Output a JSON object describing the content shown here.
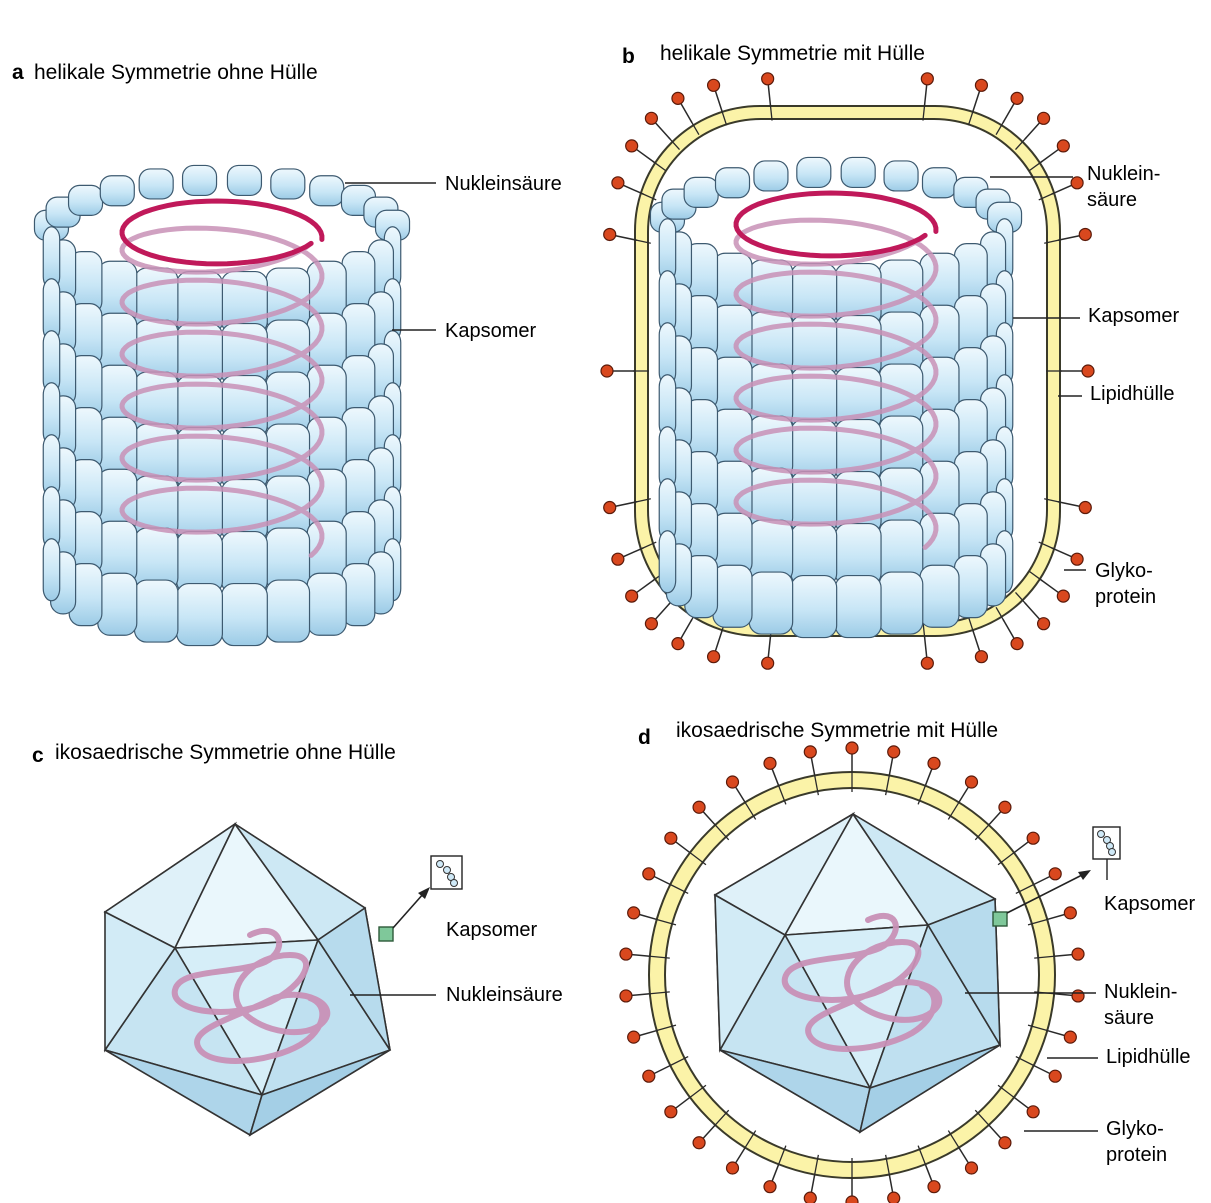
{
  "panels": {
    "a": {
      "letter": "a",
      "title": "helikale Symmetrie ohne Hülle",
      "labels": {
        "nucleic": "Nukleinsäure",
        "capsomer": "Kapsomer"
      }
    },
    "b": {
      "letter": "b",
      "title": "helikale Symmetrie mit Hülle",
      "labels": {
        "nucleic_1": "Nuklein-",
        "nucleic_2": "säure",
        "capsomer": "Kapsomer",
        "lipid": "Lipidhülle",
        "glyco_1": "Glyko-",
        "glyco_2": "protein"
      }
    },
    "c": {
      "letter": "c",
      "title": "ikosaedrische Symmetrie ohne Hülle",
      "labels": {
        "capsomer": "Kapsomer",
        "nucleic": "Nukleinsäure"
      }
    },
    "d": {
      "letter": "d",
      "title": "ikosaedrische Symmetrie mit Hülle",
      "labels": {
        "capsomer": "Kapsomer",
        "nucleic_1": "Nuklein-",
        "nucleic_2": "säure",
        "lipid": "Lipidhülle",
        "glyco_1": "Glyko-",
        "glyco_2": "protein"
      }
    }
  },
  "colors": {
    "capsomer_fill": "#cfe9f7",
    "capsomer_edge": "#3d5a70",
    "nucleic_acid": "#c0195a",
    "nucleic_faded": "#c890b6",
    "lipid_envelope": "#fbf3a8",
    "glycoprotein": "#d9481e",
    "icosahedron_fill": "#c9e8f3"
  }
}
